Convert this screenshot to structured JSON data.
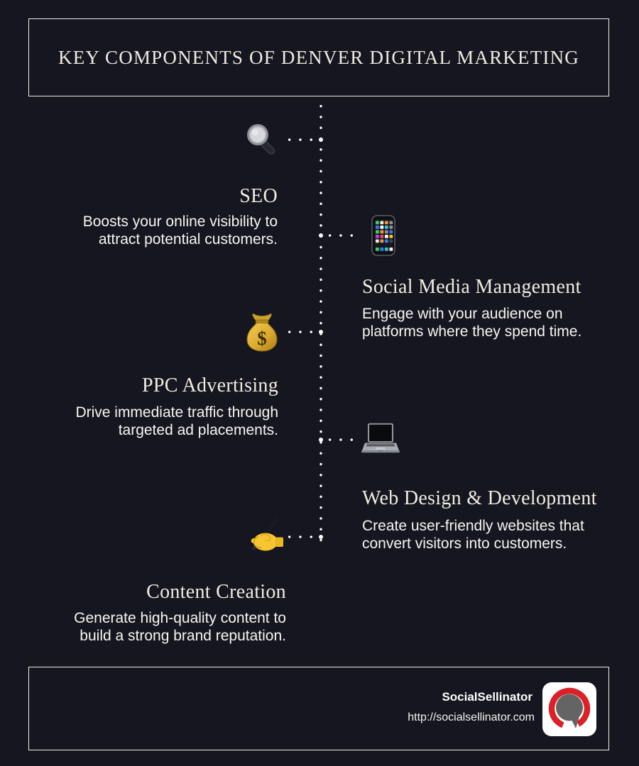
{
  "header": {
    "title": "KEY COMPONENTS OF DENVER DIGITAL MARKETING"
  },
  "items": [
    {
      "icon": "magnifying-glass-icon",
      "side": "left",
      "title": "SEO",
      "desc_line1": "Boosts your online visibility to",
      "desc_line2": "attract potential customers."
    },
    {
      "icon": "mobile-phone-icon",
      "side": "right",
      "title": "Social Media Management",
      "desc_line1": "Engage with your audience on",
      "desc_line2": "platforms where they spend time."
    },
    {
      "icon": "money-bag-icon",
      "side": "left",
      "title": "PPC Advertising",
      "desc_line1": "Drive immediate traffic through",
      "desc_line2": "targeted ad placements."
    },
    {
      "icon": "laptop-icon",
      "side": "right",
      "title": "Web Design & Development",
      "desc_line1": "Create user-friendly websites that",
      "desc_line2": "convert visitors into customers."
    },
    {
      "icon": "writing-hand-icon",
      "side": "left",
      "title": "Content Creation",
      "desc_line1": "Generate high-quality content to",
      "desc_line2": "build a strong brand reputation."
    }
  ],
  "footer": {
    "brand": "SocialSellinator",
    "url": "http://socialsellinator.com",
    "logo": "speech-bubble-ring-logo"
  },
  "colors": {
    "background": "#15161f",
    "title_text": "#f0ebe1",
    "body_text": "#f8f6f3",
    "border": "#f1eee6",
    "dots": "#ffffff",
    "logo_red": "#da2127",
    "logo_gray": "#646464"
  }
}
